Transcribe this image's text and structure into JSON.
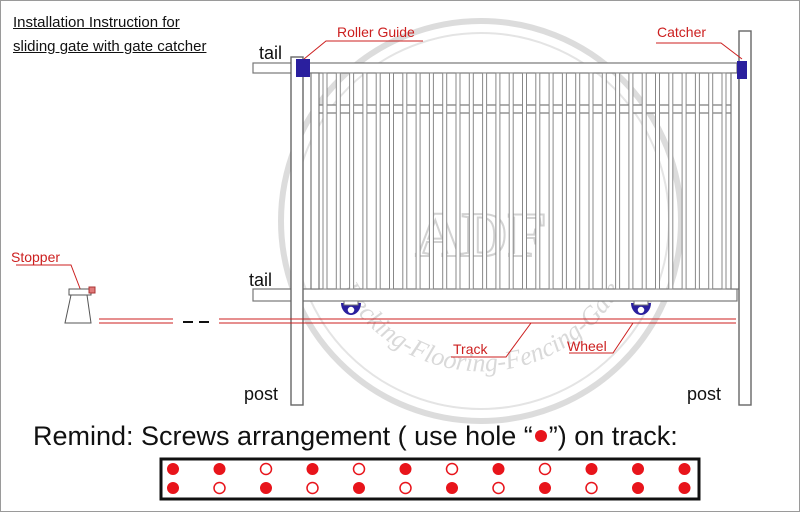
{
  "title": {
    "line1": "Installation Instruction for",
    "line2": "sliding gate with gate catcher"
  },
  "labels": {
    "roller_guide": "Roller Guide",
    "catcher": "Catcher",
    "tail_top": "tail",
    "tail_bottom": "tail",
    "stopper": "Stopper",
    "track": "Track",
    "wheel": "Wheel",
    "post_left": "post",
    "post_right": "post"
  },
  "watermark": {
    "letters": "ADF",
    "arc_text": "Decking-Flooring-Fencing-Gate"
  },
  "remind": {
    "before": "Remind: Screws arrangement ( use hole “",
    "after": "”) on track:"
  },
  "screw_track": {
    "row_top": [
      1,
      1,
      0,
      1,
      0,
      1,
      0,
      1,
      0,
      1,
      1,
      1
    ],
    "row_bottom": [
      1,
      0,
      1,
      0,
      1,
      0,
      1,
      0,
      1,
      0,
      1,
      1
    ]
  },
  "colors": {
    "accent_red": "#cc1f1f",
    "hole_red": "#e8141b",
    "fitting_purple": "#2a1f9e",
    "outline": "#777777"
  }
}
